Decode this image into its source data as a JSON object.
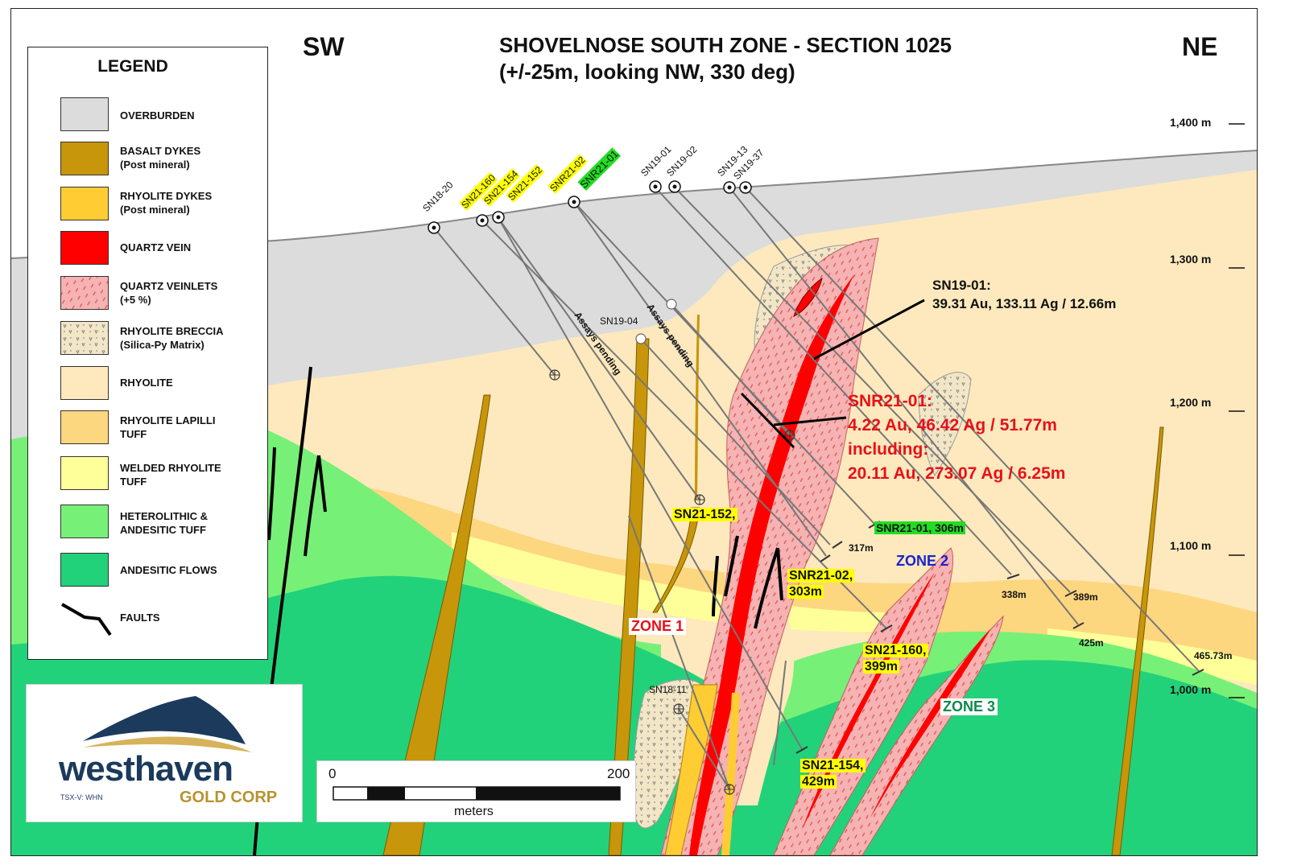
{
  "title": {
    "line1": "SHOVELNOSE SOUTH ZONE - SECTION 1025",
    "line2": "(+/-25m, looking NW, 330 deg)"
  },
  "direction": {
    "left": "SW",
    "right": "NE"
  },
  "elevations": [
    "1,400 m",
    "1,300 m",
    "1,200 m",
    "1,100 m",
    "1,000 m"
  ],
  "legend": {
    "title": "LEGEND",
    "items": [
      {
        "label": "OVERBURDEN",
        "sub": "",
        "color": "#dcdcdc"
      },
      {
        "label": "BASALT DYKES",
        "sub": "(Post mineral)",
        "color": "#c8960a"
      },
      {
        "label": "RHYOLITE DYKES",
        "sub": "(Post mineral)",
        "color": "#ffcc33"
      },
      {
        "label": "QUARTZ VEIN",
        "sub": "",
        "color": "#ff0000"
      },
      {
        "label": "QUARTZ VEINLETS",
        "sub": "(+5 %)",
        "color": "#f5b3b3"
      },
      {
        "label": "RHYOLITE BRECCIA",
        "sub": "(Silica-Py Matrix)",
        "color": "#f2e6c6"
      },
      {
        "label": "RHYOLITE",
        "sub": "",
        "color": "#fde9bd"
      },
      {
        "label": "RHYOLITE LAPILLI",
        "sub": "TUFF",
        "color": "#fdd680"
      },
      {
        "label": "WELDED RHYOLITE",
        "sub": "TUFF",
        "color": "#ffff99"
      },
      {
        "label": "HETEROLITHIC &",
        "sub": "ANDESITIC TUFF",
        "color": "#77f077"
      },
      {
        "label": "ANDESITIC FLOWS",
        "sub": "",
        "color": "#22d27a"
      },
      {
        "label": "FAULTS",
        "sub": "",
        "color": "#000000"
      }
    ]
  },
  "holes": [
    {
      "name": "SN18-20",
      "style": "plain"
    },
    {
      "name": "SN21-160",
      "style": "yellow"
    },
    {
      "name": "SN21-154",
      "style": "yellow"
    },
    {
      "name": "SN21-152",
      "style": "yellow"
    },
    {
      "name": "SNR21-02",
      "style": "yellow"
    },
    {
      "name": "SNR21-01",
      "style": "green"
    },
    {
      "name": "SN19-01",
      "style": "plain"
    },
    {
      "name": "SN19-02",
      "style": "plain"
    },
    {
      "name": "SN19-13",
      "style": "plain"
    },
    {
      "name": "SN19-37",
      "style": "plain"
    },
    {
      "name": "SN19-04",
      "style": "plain"
    },
    {
      "name": "SN18-11",
      "style": "plain"
    }
  ],
  "assays_pending": "Assays pending",
  "tags": {
    "sn21_152": "SN21-152,",
    "snr21_02_a": "SNR21-02,",
    "snr21_02_b": "303m",
    "sn21_160_a": "SN21-160,",
    "sn21_160_b": "399m",
    "sn21_154_a": "SN21-154,",
    "sn21_154_b": "429m",
    "snr21_01_end": "SNR21-01, 306m"
  },
  "depths": [
    "317m",
    "338m",
    "389m",
    "425m",
    "465.73m"
  ],
  "zones": {
    "zone1": "ZONE 1",
    "zone2": "ZONE 2",
    "zone3": "ZONE 3"
  },
  "callouts": {
    "sn19_01_a": "SN19-01:",
    "sn19_01_b": "39.31 Au, 133.11 Ag / 12.66m",
    "snr21_01_a": "SNR21-01:",
    "snr21_01_b": "4.22 Au, 46.42 Ag / 51.77m",
    "snr21_01_c": "including:",
    "snr21_01_d": "20.11 Au, 273.07 Ag / 6.25m"
  },
  "logo": {
    "name": "westhaven",
    "sub": "GOLD CORP",
    "ticker": "TSX-V: WHN"
  },
  "scale": {
    "start": "0",
    "end": "200",
    "unit": "meters"
  }
}
